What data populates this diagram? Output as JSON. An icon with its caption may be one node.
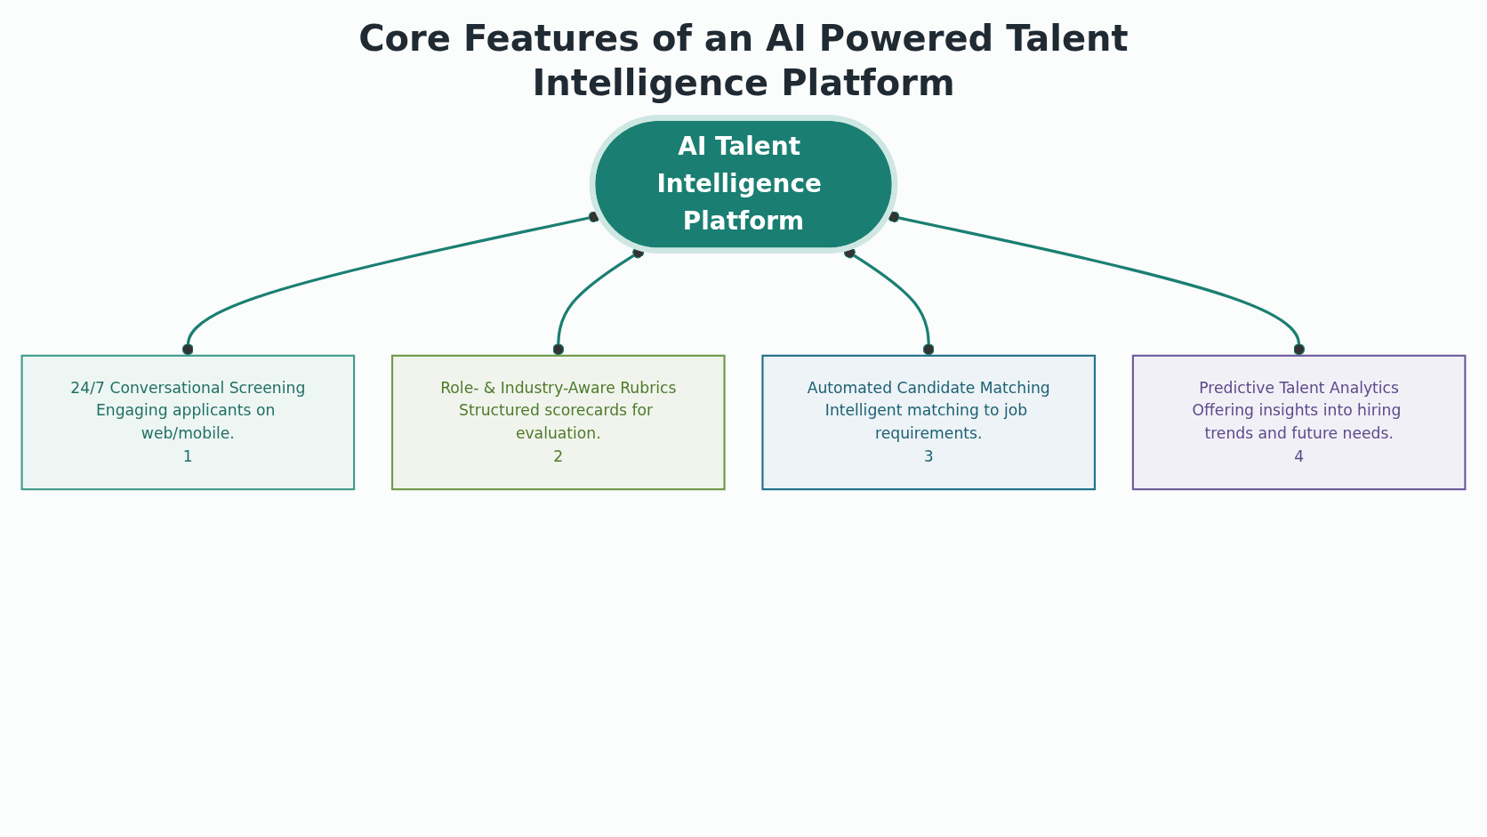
{
  "diagram": {
    "title": "Core Features of an AI Powered Talent Intelligence Platform",
    "nodes": [
      {
        "text": [
          "AI Talent Intelligence Platform"
        ]
      },
      {
        "text": [
          "24/7 Conversational Screening",
          "Engaging applicants on web/mobile.",
          "1"
        ]
      },
      {
        "text": [
          "Role- & Industry-Aware Rubrics",
          "Structured scorecards for evaluation.",
          "2"
        ]
      },
      {
        "text": [
          "Automated Candidate Matching",
          "Intelligent matching to job requirements.",
          "3"
        ]
      },
      {
        "text": [
          "Predictive Talent Analytics",
          "Offering insights into hiring trends and future needs.",
          "4"
        ]
      }
    ],
    "edges": [
      {
        "from": 0,
        "to": 1,
        "arrow": "other"
      },
      {
        "from": 0,
        "to": 2,
        "arrow": "other"
      },
      {
        "from": 0,
        "to": 3,
        "arrow": "other"
      },
      {
        "from": 0,
        "to": 4,
        "arrow": "other"
      }
    ]
  }
}
